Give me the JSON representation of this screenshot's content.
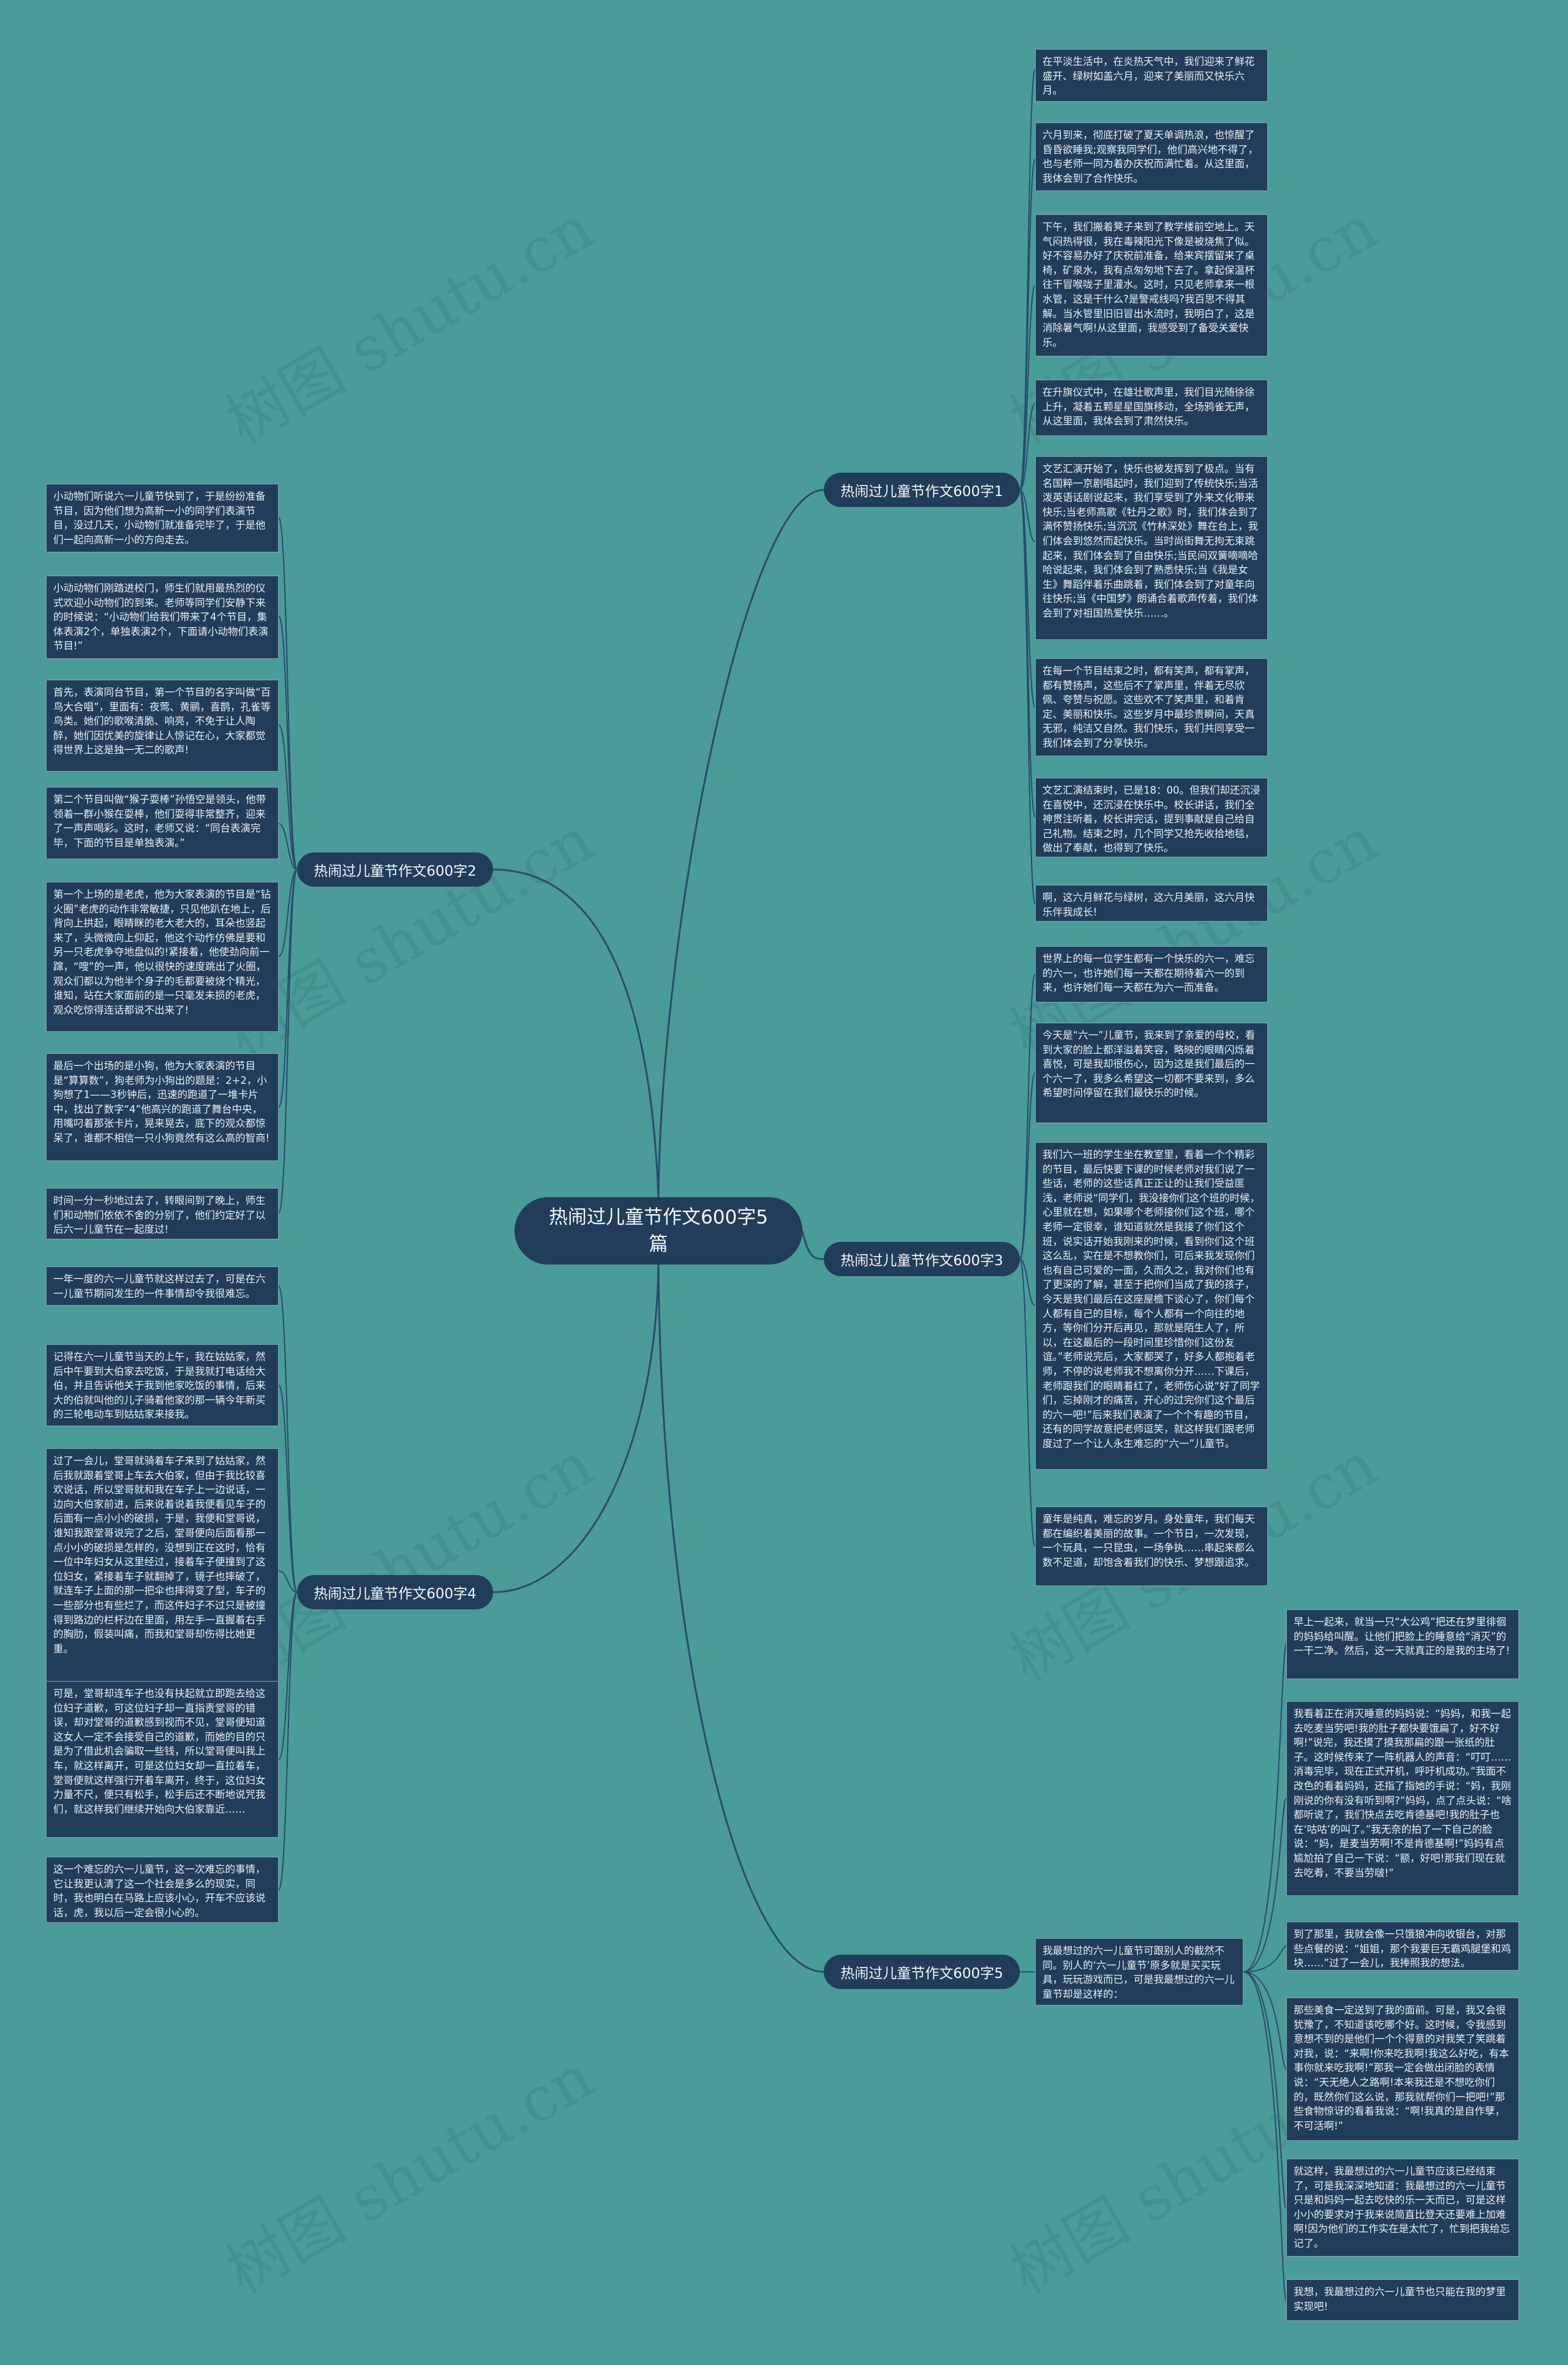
{
  "root": "热闹过儿童节作文600字5篇",
  "watermark": "树图 shutu.cn",
  "branches": [
    {
      "label": "热闹过儿童节作文600字1",
      "cards": [
        "在平淡生活中，在炎热天气中，我们迎来了鲜花盛开、绿树如盖六月，迎来了美丽而又快乐六月。",
        "六月到来，彻底打破了夏天单调热浪，也惊醒了昏昏欲睡我;观察我同学们，他们高兴地不得了，也与老师一同为着办庆祝而满忙着。从这里面，我体会到了合作快乐。",
        "下午，我们搬着凳子来到了教学楼前空地上。天气闷热得很，我在毒辣阳光下像是被烧焦了似。好不容易办好了庆祝前准备，给来宾摆留来了桌椅，矿泉水，我有点匆匆地下去了。拿起保温杯往干冒喉咙子里灌水。这时，只见老师拿来一根水管，这是干什么?是警戒线吗?我百思不得其解。当水管里旧旧冒出水流时，我明白了，这是消除暑气啊!从这里面，我感受到了备受关爱快乐。",
        "在升旗仪式中，在雄壮歌声里，我们目光随徐徐上升，凝着五颗星星国旗移动，全场鸦雀无声，从这里面，我体会到了肃然快乐。",
        "文艺汇演开始了，快乐也被发挥到了极点。当有名国粹一京剧唱起时，我们迎到了传统快乐;当活泼英语话剧说起来，我们享受到了外来文化带来快乐;当老师高歌《牡丹之歌》时，我们体会到了满怀赞扬快乐;当沉沉《竹林深处》舞在台上，我们体会到悠然而起快乐。当时尚街舞无拘无束跳起来，我们体会到了自由快乐;当民间双簧嘀嘀哈哈说起来，我们体会到了熟悉快乐;当《我是女生》舞蹈伴着乐曲跳着，我们体会到了对童年向往快乐;当《中国梦》朗诵合着歌声传着，我们体会到了对祖国热爱快乐……。",
        "在每一个节目结束之时，都有笑声，都有掌声，都有赞扬声，这些后不了掌声里，伴着无尽欣佩、夸赞与祝愿。这些欢不了笑声里，和着肯定、美丽和快乐。这些岁月中最珍贵瞬间，天真无邪，纯洁又自然。我们快乐，我们共同享受一我们体会到了分享快乐。",
        "文艺汇演结束时，已是18：00。但我们却还沉浸在喜悦中，还沉浸在快乐中。校长讲话，我们全神贯注听着，校长讲完话，提到事献是自己给自己礼物。结束之时，几个同学又抢先收拾地毯，做出了奉献，也得到了快乐。",
        "啊，这六月鲜花与绿树，这六月美丽，这六月快乐伴我成长!"
      ]
    },
    {
      "label": "热闹过儿童节作文600字2",
      "cards": [
        "小动物们听说六一儿童节快到了，于是纷纷准备节目，因为他们想为高新一小的同学们表演节目，没过几天，小动物们就准备完毕了，于是他们一起向高新一小的方向走去。",
        "小动动物们刚踏进校门，师生们就用最热烈的仪式欢迎小动物们的到来。老师等同学们安静下来的时候说：“小动物们给我们带来了4个节目，集体表演2个，单独表演2个，下面请小动物们表演节目!”",
        "首先，表演同台节目，第一个节目的名字叫做“百鸟大合唱”，里面有：夜莺、黄鹂，喜鹊，孔雀等鸟类。她们的歌喉清脆、响亮，不免于让人陶醉，她们因优美的旋律让人惊记在心，大家都觉得世界上这是独一无二的歌声!",
        "第二个节目叫做“猴子耍棒”孙悟空是领头，他带领着一群小猴在耍棒，他们耍得非常整齐，迎来了一声声喝彩。这时，老师又说：“同台表演完毕，下面的节目是单独表演。”",
        "第一个上场的是老虎，他为大家表演的节目是“钻火圈”老虎的动作非常敏捷，只见他趴在地上，后背向上拱起，眼睛眯的老大老大的，耳朵也竖起来了，头微微向上仰起，他这个动作仿佛是要和另一只老虎争夺地盘似的!紧接着，他使劲向前一蹿，“嗖”的一声，他以很快的速度跳出了火圈，观众们都以为他半个身子的毛都要被烧个精光，谁知，站在大家面前的是一只毫发未损的老虎，观众吃惊得连话都说不出来了!",
        "最后一个出场的是小狗，他为大家表演的节目是“算算数”，狗老师为小狗出的题是：2+2，小狗想了1——3秒钟后，迅速的跑道了一堆卡片中，找出了数字“4”他高兴的跑道了舞台中央，用嘴叼着那张卡片，晃来晃去，底下的观众都惊呆了，谁都不相信一只小狗竟然有这么高的智商!",
        "时间一分一秒地过去了，转眼间到了晚上，师生们和动物们依依不舍的分别了，他们约定好了以后六一儿童节在一起度过!"
      ]
    },
    {
      "label": "热闹过儿童节作文600字3",
      "cards": [
        "世界上的每一位学生都有一个快乐的六一，难忘的六一，也许她们每一天都在期待着六一的到来，也许她们每一天都在为六一而准备。",
        "今天是“六一”儿童节，我来到了亲爱的母校，看到大家的脸上都洋溢着笑容，略映的眼睛闪烁着喜悦，可是我却很伤心，因为这是我们最后的一个六一了，我多么希望这一切都不要来到，多么希望时间停留在我们最快乐的时候。",
        "我们六一班的学生坐在教室里，看着一个个精彩的节目，最后快要下课的时候老师对我们说了一些话，老师的这些话真正正让的让我们受益匪浅，老师说“同学们，我没接你们这个班的时候，心里就在想，如果哪个老师接你们这个班，哪个老师一定很幸，谁知道就然是我接了你们这个班，说实话开始我刚来的时候，看到你们这个班这么乱，实在是不想教你们，可后来我发现你们也有自己可爱的一面，久而久之，我对你们也有了更深的了解，甚至于把你们当成了我的孩子，今天是我们最后在这座屋檐下谈心了，你们每个人都有自己的目标，每个人都有一个向往的地方，等你们分开后再见，那就是陌生人了，所以，在这最后的一段时间里珍惜你们这份友谊。”老师说完后，大家都哭了，好多人都抱着老师，不停的说老师我不想离你分开……下课后，老师跟我们的眼睛着红了，老师伤心说“好了同学们，忘掉刚才的痛苦，开心的过完你们这个最后的六一吧!”后来我们表演了一个个有趣的节目，还有的同学故意把老师逗笑，就这样我们跟老师度过了一个让人永生难忘的“六一”儿童节。",
        "童年是纯真，难忘的岁月。身处童年，我们每天都在编织着美丽的故事。一个节日，一次发现，一个玩具，一只昆虫，一场争执……串起来都么数不足道，却饱含着我们的快乐、梦想跟追求。"
      ]
    },
    {
      "label": "热闹过儿童节作文600字4",
      "cards": [
        "一年一度的六一儿童节就这样过去了，可是在六一儿童节期间发生的一件事情却令我很难忘。",
        "记得在六一儿童节当天的上午，我在姑姑家，然后中午要到大伯家去吃饭，于是我就打电话给大伯，并且告诉他关于我到他家吃饭的事情，后来大的伯就叫他的儿子骑着他家的那一辆今年新买的三轮电动车到姑姑家来接我。",
        "过了一会儿，堂哥就骑着车子来到了姑姑家，然后我就跟着堂哥上车去大伯家，但由于我比较喜欢说话，所以堂哥就和我在车子上一边说话，一边向大伯家前进，后来说着说着我便看见车子的后面有一点小小的破损，于是，我便和堂哥说，谁知我跟堂哥说完了之后，堂哥便向后面看那一点小小的破损是怎样的，没想到正在这时，恰有一位中年妇女从这里经过，接着车子便撞到了这位妇女，紧接着车子就翻掉了，镜子也摔破了，就连车子上面的那一把伞也摔得变了型，车子的一些部分也有些烂了，而这件妇子不过只是被撞得到路边的栏杆边在里面，用左手一直握着右手的胸肋，假装叫痛，而我和堂哥却伤得比她更重。",
        "可是，堂哥却连车子也没有扶起就立即跑去给这位妇子道歉，可这位妇子却一直指责堂哥的错误，却对堂哥的道歉感到视而不见，堂哥便知道这女人一定不会接受自己的道歉，而她的目的只是为了借此机会骗取一些钱，所以堂哥便叫我上车，就这样离开，可是这位妇女却一直拉着车，堂哥便就这样强行开着车离开，终于，这位妇女力量不尺，便只有松手，松手后还不断地说咒我们，就这样我们继续开始向大伯家靠近……",
        "这一个难忘的六一儿童节，这一次难忘的事情，它让我更认清了这一个社会是多么的现实，同时，我也明白在马路上应该小心，开车不应该说话，虎，我以后一定会很小心的。"
      ]
    },
    {
      "label": "热闹过儿童节作文600字5",
      "intro": "我最想过的六一儿童节可跟别人的截然不同。别人的‘六一儿童节’原多就是买买玩具，玩玩游戏而已，可是我最想过的六一儿童节却是这样的：",
      "cards": [
        "早上一起来，就当一只“大公鸡”把还在梦里徘徊的妈妈给叫醒。让他们把脸上的睡意给“消灭”的一干二净。然后，这一天就真正的是我的主场了!",
        "我看着正在消灭睡意的妈妈说：“妈妈，和我一起去吃麦当劳吧!我的肚子都快要饿扁了，好不好啊!”说完，我还摸了摸我那扁的跟一张纸的肚子。这时候传来了一阵机器人的声音：“叮叮……消毒完毕，现在正式开机，呼吁机成功。”我面不改色的看着妈妈，还指了指她的手说：“妈，我刚刚说的你有没有听到啊?”妈妈，点了点头说：“啥都听说了，我们快点去吃肯德基吧!我的肚子也在‘咕咕’的叫了。”我无奈的拍了一下自己的脸说：“妈，是麦当劳啊!不是肯德基啊!”妈妈有点尴尬拍了自己一下说：“额，好吧!那我们现在就去吃肴，不要当劳啵!”",
        "到了那里，我就会像一只饿狼冲向收银台，对那些点餐的说：“姐姐，那个我要巨无霸鸡腿堡和鸡块……”过了一会儿，我捧照我的想法。",
        "那些美食一定送到了我的面前。可是，我又会很犹豫了，不知道该吃哪个好。这时候，令我感到意想不到的是他们一个个得意的对我笑了笑跳着对我，说：“来啊!你来吃我啊!我这么好吃，有本事你就来吃我啊!”那我一定会做出闭脸的表情说：“天无绝人之路啊!本来我还是不想吃你们的，既然你们这么说，那我就帮你们一把吧!”那些食物惊讶的看着我说：“啊!我真的是自作孽，不可活啊!”",
        "就这样，我最想过的六一儿童节应该已经结束了，可是我深深地知道：我最想过的六一儿童节只是和妈妈一起去吃快的乐一天而已，可是这样小小的要求对于我来说简直比登天还要难上加难啊!因为他们的工作实在是太忙了，忙到把我给忘记了。",
        "我想，我最想过的六一儿童节也只能在我的梦里实现吧!"
      ]
    }
  ]
}
